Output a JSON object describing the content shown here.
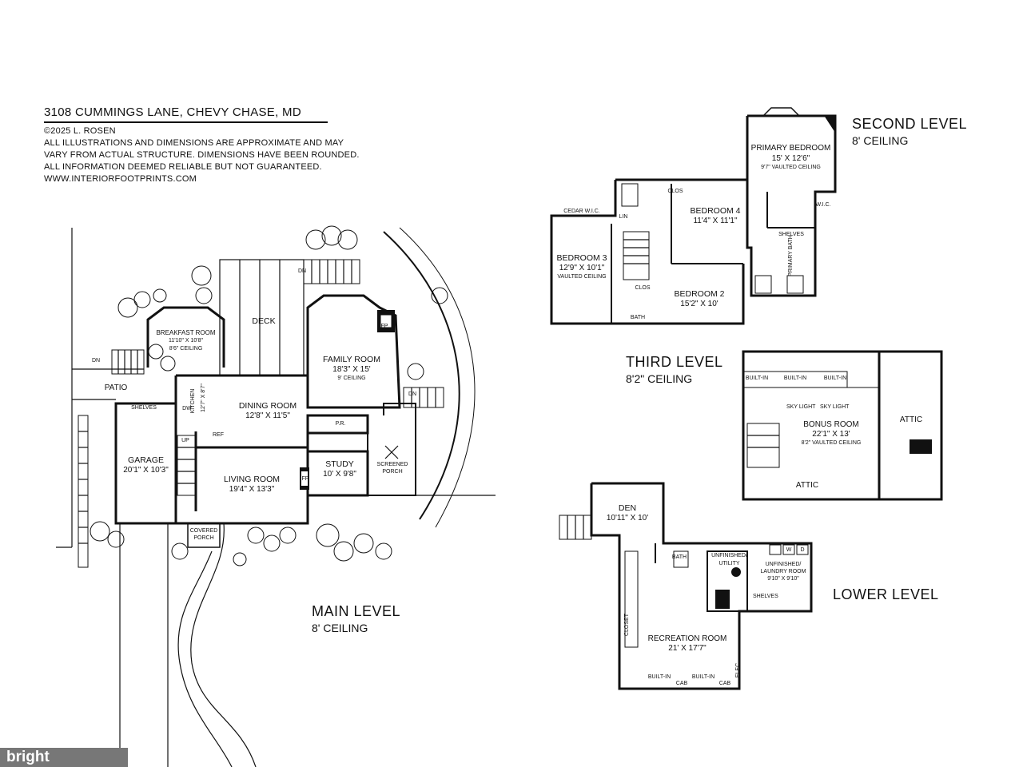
{
  "header": {
    "address": "3108 CUMMINGS LANE, CHEVY CHASE, MD",
    "copyright": "©2025 L. ROSEN",
    "disclaimer_1": "ALL ILLUSTRATIONS AND DIMENSIONS ARE APPROXIMATE AND MAY",
    "disclaimer_2": "VARY FROM ACTUAL STRUCTURE. DIMENSIONS HAVE BEEN ROUNDED.",
    "disclaimer_3": "ALL INFORMATION DEEMED RELIABLE BUT NOT GUARANTEED.",
    "website": "WWW.INTERIORFOOTPRINTS.COM"
  },
  "levels": {
    "main": {
      "name": "MAIN LEVEL",
      "ceiling": "8' CEILING"
    },
    "second": {
      "name": "SECOND LEVEL",
      "ceiling": "8' CEILING"
    },
    "third": {
      "name": "THIRD LEVEL",
      "ceiling": "8'2\" CEILING"
    },
    "lower": {
      "name": "LOWER LEVEL",
      "ceiling": ""
    }
  },
  "main_rooms": {
    "breakfast": {
      "name": "BREAKFAST ROOM",
      "dims": "11'10\" X 10'8\"",
      "note": "8'6\" CEILING"
    },
    "deck": {
      "name": "DECK"
    },
    "family": {
      "name": "FAMILY ROOM",
      "dims": "18'3\" X 15'",
      "note": "9' CEILING"
    },
    "kitchen": {
      "name": "KITCHEN",
      "dims": "12'7\" X 8'7\""
    },
    "dining": {
      "name": "DINING ROOM",
      "dims": "12'8\" X 11'5\""
    },
    "garage": {
      "name": "GARAGE",
      "dims": "20'1\" X 10'3\""
    },
    "living": {
      "name": "LIVING ROOM",
      "dims": "19'4\" X 13'3\""
    },
    "study": {
      "name": "STUDY",
      "dims": "10' X 9'8\""
    },
    "screened_porch": {
      "name": "SCREENED",
      "name2": "PORCH"
    },
    "covered_porch": {
      "name": "COVERED",
      "name2": "PORCH"
    },
    "patio": {
      "name": "PATIO"
    },
    "pr": {
      "name": "P.R."
    },
    "ref": {
      "name": "REF"
    },
    "shelves": {
      "name": "SHELVES"
    },
    "fp": {
      "name": "FP"
    },
    "dn": {
      "name": "DN"
    },
    "up": {
      "name": "UP"
    },
    "dw": {
      "name": "DW"
    }
  },
  "second_rooms": {
    "primary": {
      "name": "PRIMARY BEDROOM",
      "dims": "15' X 12'6\"",
      "note": "9'7\" VAULTED CEILING"
    },
    "bedroom4": {
      "name": "BEDROOM 4",
      "dims": "11'4\" X 11'1\""
    },
    "bedroom3": {
      "name": "BEDROOM 3",
      "dims": "12'9\" X 10'1\"",
      "note": "VAULTED CEILING"
    },
    "bedroom2": {
      "name": "BEDROOM 2",
      "dims": "15'2\" X 10'"
    },
    "cedar_wic": {
      "name": "CEDAR W.I.C."
    },
    "wic": {
      "name": "W.I.C."
    },
    "primary_bath": {
      "name": "PRIMARY BATH"
    },
    "bath": {
      "name": "BATH"
    },
    "clos": {
      "name": "CLOS"
    },
    "lin": {
      "name": "LIN"
    },
    "shelves": {
      "name": "SHELVES"
    }
  },
  "third_rooms": {
    "bonus": {
      "name": "BONUS ROOM",
      "dims": "22'1\" X 13'",
      "note": "8'2\" VAULTED CEILING"
    },
    "attic1": {
      "name": "ATTIC"
    },
    "attic2": {
      "name": "ATTIC"
    },
    "built_in": {
      "name": "BUILT-IN"
    },
    "sky_light": {
      "name": "SKY LIGHT"
    }
  },
  "lower_rooms": {
    "den": {
      "name": "DEN",
      "dims": "10'11\" X 10'"
    },
    "bath": {
      "name": "BATH"
    },
    "utility": {
      "name": "UNFINISHED/",
      "name2": "UTILITY"
    },
    "laundry": {
      "name": "UNFINISHED/",
      "name2": "LAUNDRY ROOM",
      "dims": "9'10\" X 9'10\""
    },
    "recreation": {
      "name": "RECREATION ROOM",
      "dims": "21' X 17'7\""
    },
    "closet": {
      "name": "CLOSET"
    },
    "shelves": {
      "name": "SHELVES"
    },
    "built_in": {
      "name": "BUILT-IN"
    },
    "cab": {
      "name": "CAB"
    },
    "elec": {
      "name": "ELEC"
    },
    "w": {
      "name": "W"
    },
    "d": {
      "name": "D"
    }
  },
  "watermark": "bright"
}
